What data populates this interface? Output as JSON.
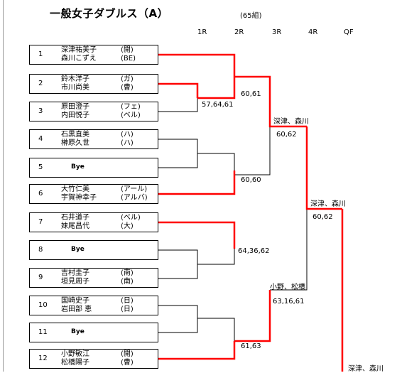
{
  "header": {
    "title": "一般女子ダブルス（A）",
    "groups": "(65組)"
  },
  "rounds": [
    "1R",
    "2R",
    "3R",
    "4R",
    "QF"
  ],
  "entries": [
    {
      "num": "1",
      "players": [
        {
          "name": "深津祐美子",
          "aff": "(開)"
        },
        {
          "name": "森川こずえ",
          "aff": "(BE)"
        }
      ]
    },
    {
      "num": "2",
      "players": [
        {
          "name": "鈴木洋子",
          "aff": "(ガ)"
        },
        {
          "name": "市川尚美",
          "aff": "(曹)"
        }
      ]
    },
    {
      "num": "3",
      "players": [
        {
          "name": "原田澄子",
          "aff": "(フェ)"
        },
        {
          "name": "内田悦子",
          "aff": "(ベル)"
        }
      ]
    },
    {
      "num": "4",
      "players": [
        {
          "name": "石黒直美",
          "aff": "(ハ)"
        },
        {
          "name": "榊原久世",
          "aff": "(ハ)"
        }
      ]
    },
    {
      "num": "5",
      "bye": "Bye"
    },
    {
      "num": "6",
      "players": [
        {
          "name": "大竹仁美",
          "aff": "(アール)"
        },
        {
          "name": "宇賀神幸子",
          "aff": "(アルバ)"
        }
      ]
    },
    {
      "num": "7",
      "players": [
        {
          "name": "石井道子",
          "aff": "(ベル)"
        },
        {
          "name": "妹尾昌代",
          "aff": "(大)"
        }
      ]
    },
    {
      "num": "8",
      "bye": "Bye"
    },
    {
      "num": "9",
      "players": [
        {
          "name": "吉村圭子",
          "aff": "(南)"
        },
        {
          "name": "垣見周子",
          "aff": "(南)"
        }
      ]
    },
    {
      "num": "10",
      "players": [
        {
          "name": "国崎史子",
          "aff": "(日)"
        },
        {
          "name": "岩田部 恵",
          "aff": "(日)"
        }
      ]
    },
    {
      "num": "11",
      "bye": "Bye"
    },
    {
      "num": "12",
      "players": [
        {
          "name": "小野敏江",
          "aff": "(開)"
        },
        {
          "name": "松橋陽子",
          "aff": "(曹)"
        }
      ]
    }
  ],
  "scores": [
    "60,61",
    "57,64,61",
    "60,60",
    "64,36,62",
    "61,63",
    "60,62",
    "63,16,61",
    "60,62"
  ],
  "winners": [
    "深津、森川",
    "深津、森川",
    "小野、松橋",
    "深津、森川"
  ],
  "colors": {
    "win": "#ff0000",
    "line": "#000000",
    "frame": "#9a9a9a"
  }
}
